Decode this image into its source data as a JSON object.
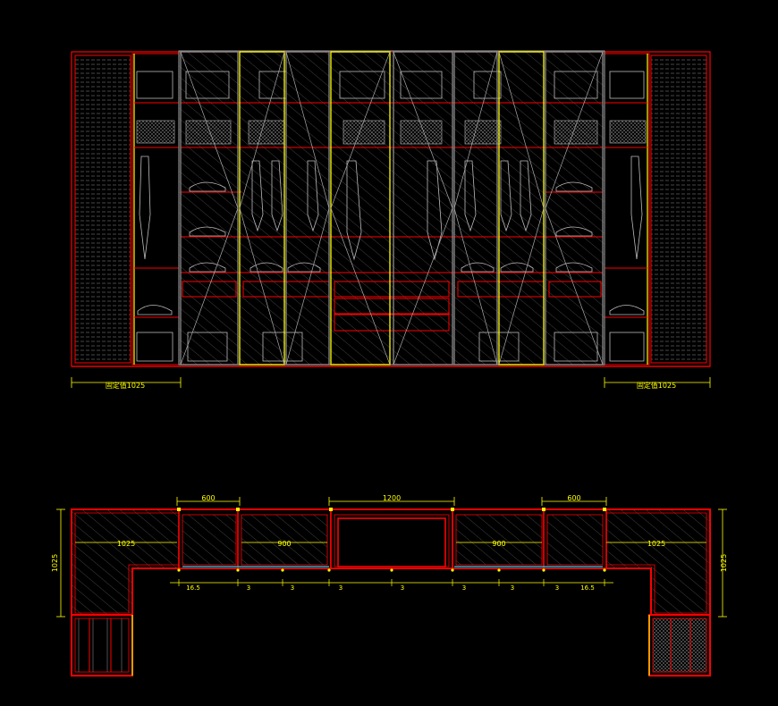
{
  "colors": {
    "background": "#000000",
    "outline": "#ff0000",
    "frame": "#ffff00",
    "glass": "#8a8a8a",
    "hatch": "#6e6e6e",
    "dimension": "#ffff00",
    "glass_strip": "#00d8ff"
  },
  "elevation": {
    "left_dimension_label": "固定值1025",
    "right_dimension_label": "固定值1025"
  },
  "plan": {
    "top_dimensions": [
      "600",
      "1200",
      "600"
    ],
    "inner_dimensions": [
      "1025",
      "900",
      "900",
      "1025"
    ],
    "side_dimensions": [
      "1025",
      "1025"
    ],
    "gap_dimensions": [
      "16.5",
      "3",
      "3",
      "3",
      "3",
      "3",
      "3",
      "3",
      "16.5"
    ]
  }
}
